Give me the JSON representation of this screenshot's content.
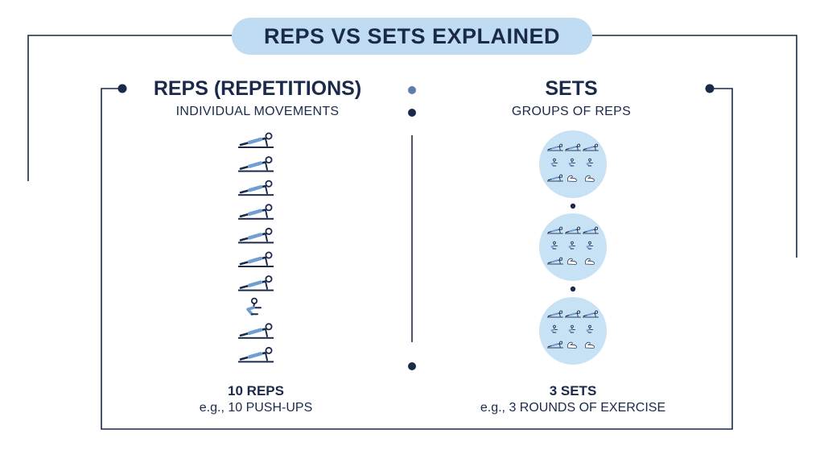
{
  "title": "REPS VS SETS EXPLAINED",
  "reps": {
    "heading": "REPS (REPETITIONS)",
    "subheading": "INDIVIDUAL MOVEMENTS",
    "icons": [
      "pushup-icon",
      "pushup-icon",
      "pushup-icon",
      "pushup-icon",
      "pushup-icon",
      "pushup-icon",
      "pushup-icon",
      "squat-icon",
      "pushup-icon",
      "pushup-icon"
    ],
    "total": "10 REPS",
    "example": "e.g., 10 PUSH-UPS"
  },
  "sets": {
    "heading": "SETS",
    "subheading": "GROUPS OF REPS",
    "groups": [
      [
        "pushup-icon",
        "pushup-icon",
        "pushup-icon",
        "squat-icon",
        "squat-icon",
        "squat-icon",
        "pushup-icon",
        "flex-icon",
        "flex-icon"
      ],
      [
        "pushup-icon",
        "pushup-icon",
        "pushup-icon",
        "squat-icon",
        "squat-icon",
        "squat-icon",
        "pushup-icon",
        "flex-icon",
        "flex-icon"
      ],
      [
        "pushup-icon",
        "pushup-icon",
        "pushup-icon",
        "squat-icon",
        "squat-icon",
        "squat-icon",
        "pushup-icon",
        "flex-icon",
        "flex-icon"
      ]
    ],
    "total": "3 SETS",
    "example": "e.g., 3 ROUNDS OF EXERCISE"
  },
  "colors": {
    "navy": "#1b2a4a",
    "accent_blue": "#bfdcf2",
    "circle_blue": "#c7e1f5",
    "icon_blue": "#6f9fd0",
    "divider_dot": "#5d7fa6"
  }
}
